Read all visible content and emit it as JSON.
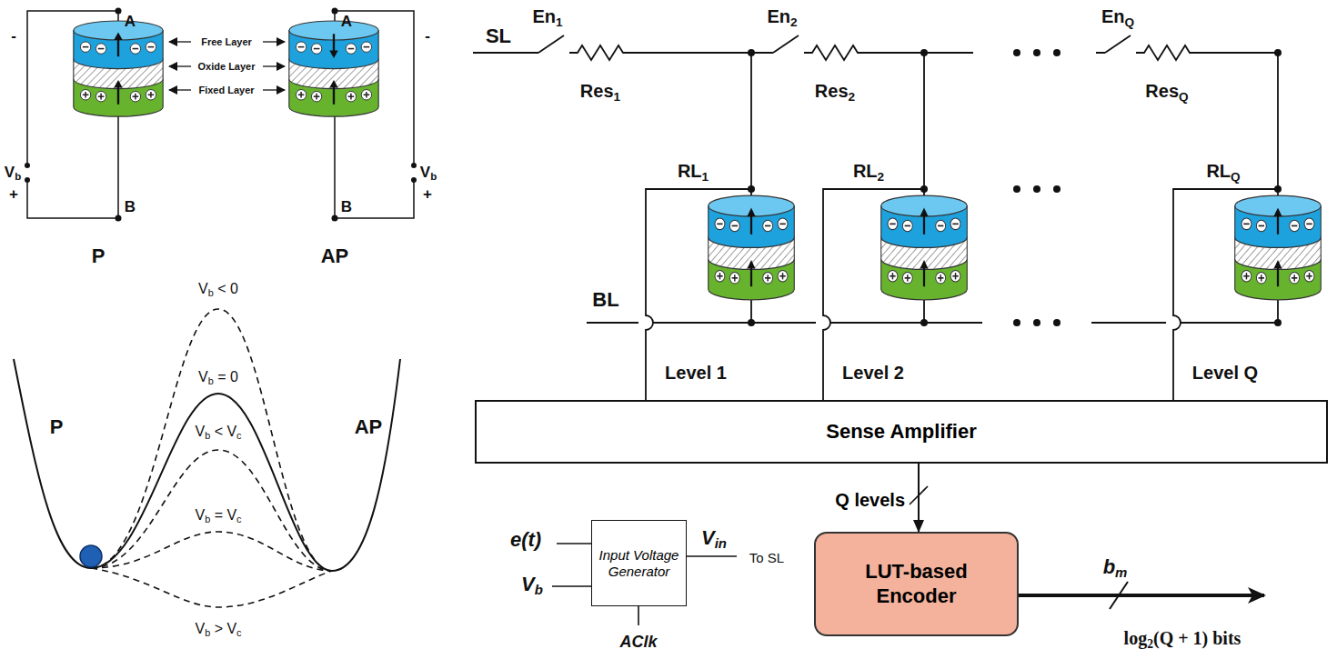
{
  "diagram": {
    "nodes": [
      {
        "text": [
          "Sense Amplifier"
        ]
      },
      {
        "text": [
          "Input Voltage Generator"
        ]
      },
      {
        "text": [
          "LUT-based Encoder"
        ]
      }
    ],
    "edges": [
      {
        "from": 0,
        "to": 2,
        "arrow": "to",
        "label": "Q levels"
      }
    ],
    "labels": [
      "A",
      "-",
      "Vb",
      "+",
      "B",
      "P",
      "Free Layer",
      "Oxide Layer",
      "Fixed Layer",
      "A",
      "-",
      "Vb",
      "+",
      "B",
      "AP",
      "Vb < 0",
      "Vb = 0",
      "Vb < Vc",
      "P",
      "AP",
      "Vb = Vc",
      "Vb > Vc",
      "SL",
      "En1",
      "Res1",
      "En2",
      "Res2",
      "EnQ",
      "ResQ",
      "RL1",
      "RL2",
      "RLQ",
      "BL",
      "Level 1",
      "Level 2",
      "Level Q",
      "e(t)",
      "Vb",
      "Vin",
      "To SL",
      "AClk",
      "bm",
      "log2(Q + 1) bits"
    ]
  }
}
